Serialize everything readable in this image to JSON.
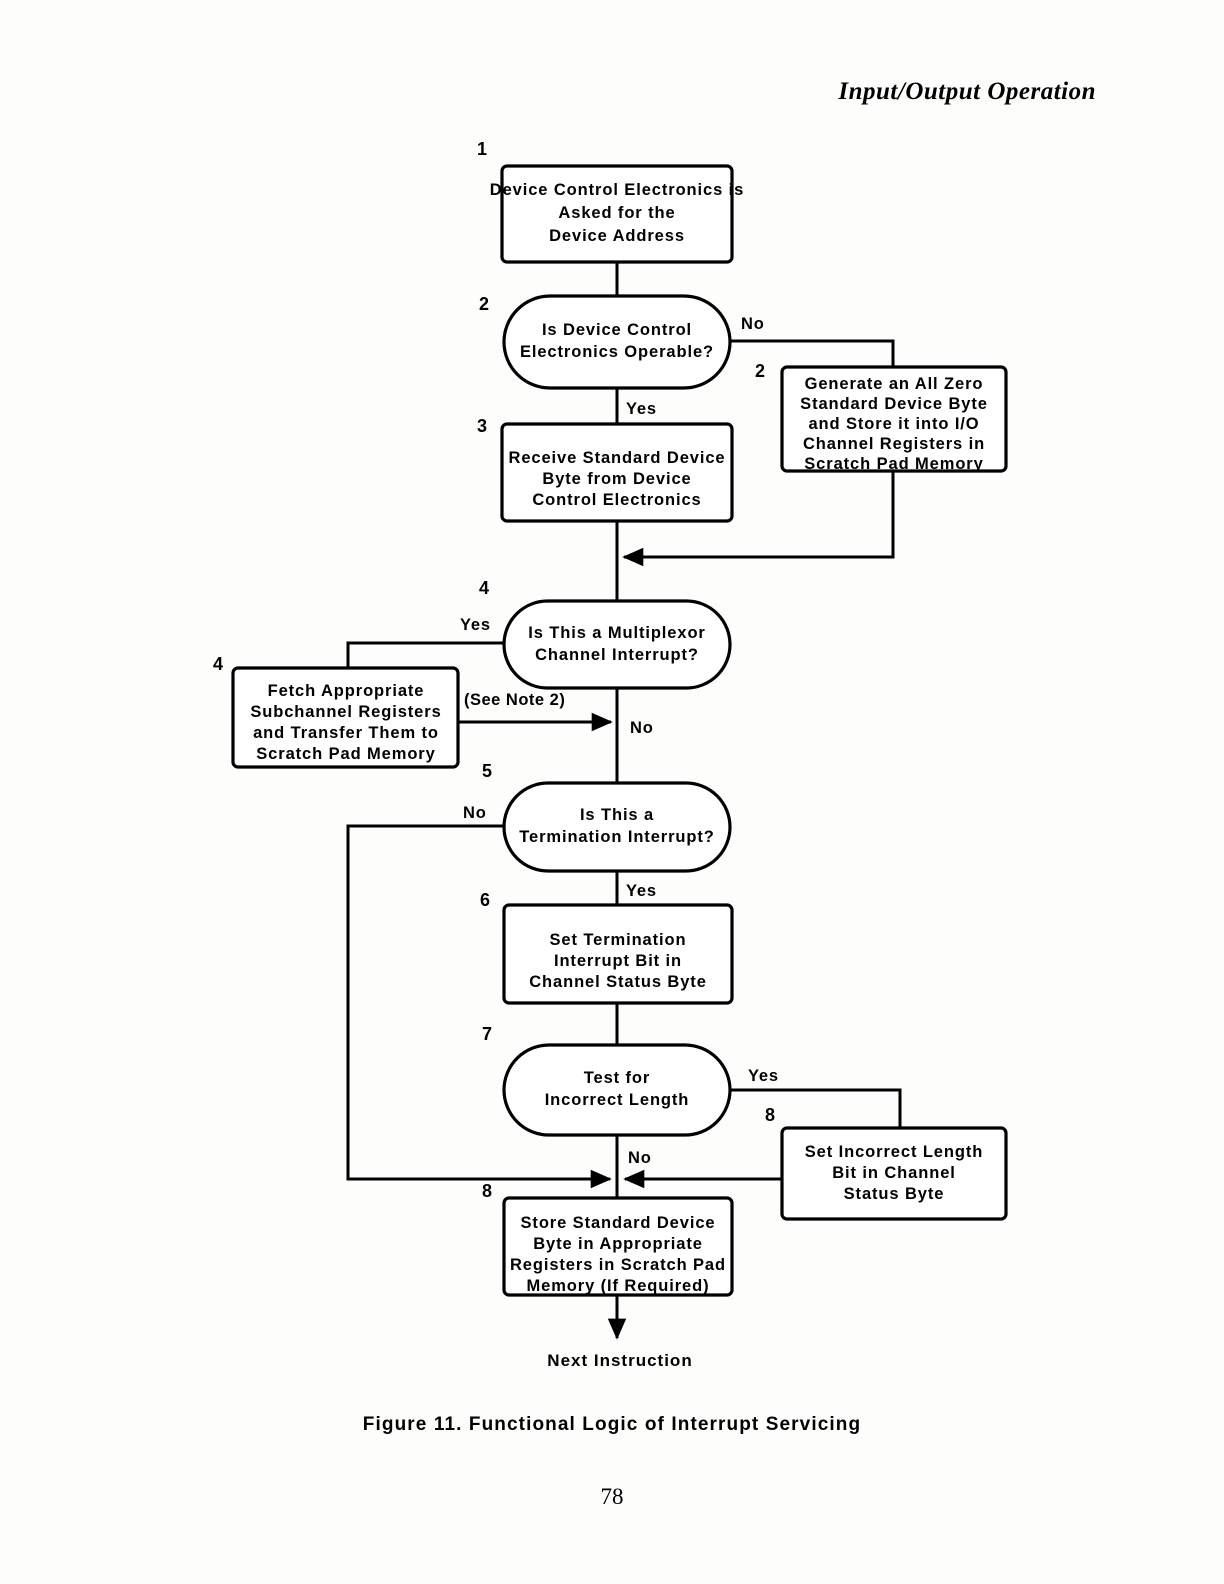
{
  "page": {
    "running_head": "Input/Output Operation",
    "figure_caption": "Figure 11.  Functional  Logic  of  Interrupt  Servicing",
    "page_number": "78",
    "ink_color": "#000000",
    "paper_color": "#ffffff"
  },
  "chart_data": {
    "type": "diagram",
    "title": "Figure 11.  Functional  Logic  of  Interrupt  Servicing",
    "diagram_kind": "flowchart",
    "nodes": [
      {
        "id": "n1",
        "step": "1",
        "shape": "process",
        "lines": [
          "Device Control Electronics is",
          "Asked for the",
          "Device Address"
        ]
      },
      {
        "id": "n2",
        "step": "2",
        "shape": "decision",
        "lines": [
          "Is Device Control",
          "Electronics Operable?"
        ]
      },
      {
        "id": "n2r",
        "step": "2",
        "shape": "process",
        "lines": [
          "Generate an All Zero",
          "Standard Device Byte",
          "and Store it into I/O",
          "Channel Registers in",
          "Scratch Pad Memory"
        ]
      },
      {
        "id": "n3",
        "step": "3",
        "shape": "process",
        "lines": [
          "Receive Standard Device",
          "Byte from Device",
          "Control Electronics"
        ]
      },
      {
        "id": "n4",
        "step": "4",
        "shape": "decision",
        "lines": [
          "Is This a Multiplexor",
          "Channel Interrupt?"
        ]
      },
      {
        "id": "n4l",
        "step": "4",
        "shape": "process",
        "lines": [
          "Fetch Appropriate",
          "Subchannel  Registers",
          "and Transfer Them to",
          "Scratch Pad Memory"
        ]
      },
      {
        "id": "n5",
        "step": "5",
        "shape": "decision",
        "lines": [
          "Is This a",
          "Termination Interrupt?"
        ]
      },
      {
        "id": "n6",
        "step": "6",
        "shape": "process",
        "lines": [
          "Set Termination",
          "Interrupt Bit in",
          "Channel Status  Byte"
        ]
      },
      {
        "id": "n7",
        "step": "7",
        "shape": "decision",
        "lines": [
          "Test for",
          "Incorrect Length"
        ]
      },
      {
        "id": "n8r",
        "step": "8",
        "shape": "process",
        "lines": [
          "Set Incorrect Length",
          "Bit in Channel",
          "Status Byte"
        ]
      },
      {
        "id": "n8",
        "step": "8",
        "shape": "process",
        "lines": [
          "Store Standard Device",
          "Byte in Appropriate",
          "Registers in Scratch Pad",
          "Memory (If   Required)"
        ]
      },
      {
        "id": "end",
        "step": "",
        "shape": "terminal",
        "lines": [
          "Next Instruction"
        ]
      }
    ],
    "edge_labels": [
      {
        "id": "e_n2_no",
        "text": "No"
      },
      {
        "id": "e_n2_yes",
        "text": "Yes"
      },
      {
        "id": "e_n4_yes",
        "text": "Yes"
      },
      {
        "id": "e_n4_no",
        "text": "No"
      },
      {
        "id": "e_note2",
        "text": "(See Note 2)"
      },
      {
        "id": "e_n5_no",
        "text": "No"
      },
      {
        "id": "e_n5_yes",
        "text": "Yes"
      },
      {
        "id": "e_n7_yes",
        "text": "Yes"
      },
      {
        "id": "e_n7_no",
        "text": "No"
      }
    ]
  }
}
